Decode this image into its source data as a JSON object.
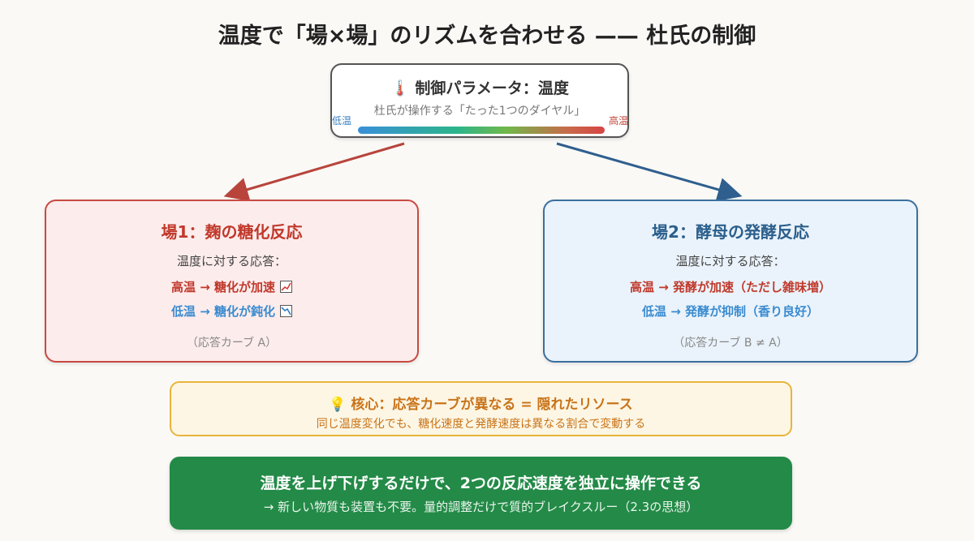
{
  "title": "温度で「場×場」のリズムを合わせる —— 杜氏の制御",
  "parameter": {
    "icon": "thermometer-icon",
    "title": "🌡️ 制御パラメータ：温度",
    "subtitle": "杜氏が操作する「たった1つのダイヤル」",
    "low_label": "低温",
    "high_label": "高温"
  },
  "field1": {
    "title": "場1：麹の糖化反応",
    "response_label": "温度に対する応答：",
    "high": "高温 → 糖化が加速",
    "low": "低温 → 糖化が鈍化",
    "curve": "（応答カーブ A）"
  },
  "field2": {
    "title": "場2：酵母の発酵反応",
    "response_label": "温度に対する応答：",
    "high": "高温 → 発酵が加速（ただし雑味増）",
    "low": "低温 → 発酵が抑制（香り良好）",
    "curve": "（応答カーブ B ≠ A）"
  },
  "insight": {
    "icon": "lightbulb-icon",
    "title": "💡 核心：応答カーブが異なる = 隠れたリソース",
    "subtitle": "同じ温度変化でも、糖化速度と発酵速度は異なる割合で変動する"
  },
  "conclusion": {
    "main": "温度を上げ下げするだけで、2つの反応速度を独立に操作できる",
    "sub": "→ 新しい物質も装置も不要。量的調整だけで質的ブレイクスルー（2.3の思想）"
  },
  "colors": {
    "field1_border": "#c84a42",
    "field2_border": "#3b6f9e",
    "insight_border": "#e9b43a",
    "conclusion_bg": "#238a47"
  }
}
